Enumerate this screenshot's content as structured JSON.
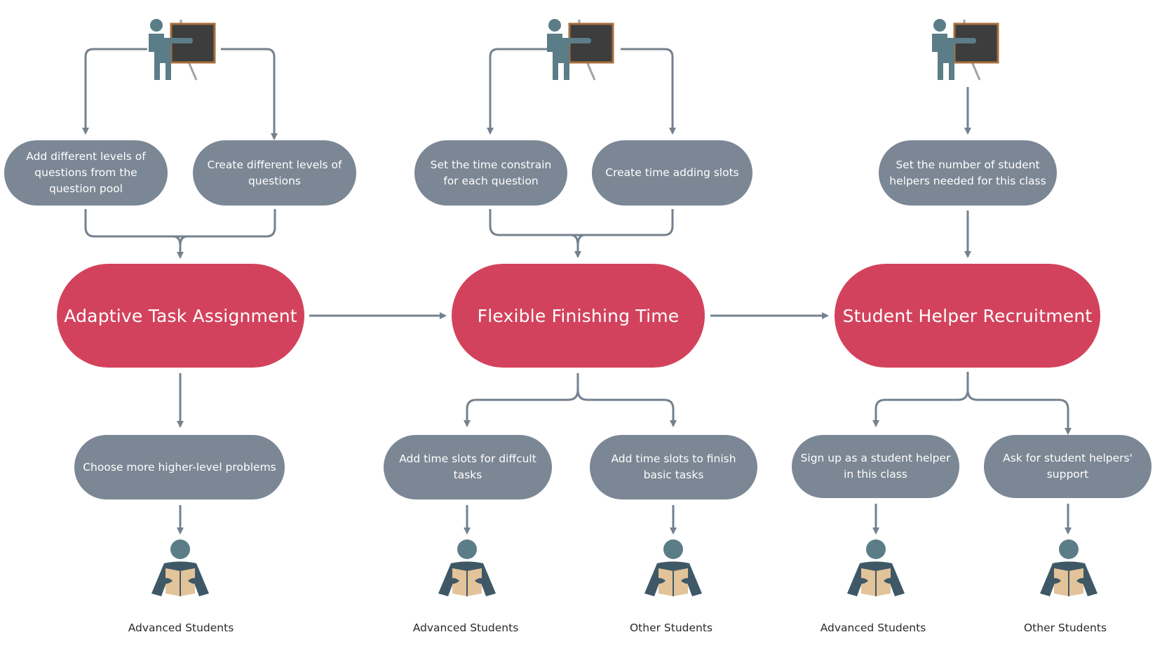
{
  "main_nodes": {
    "adaptive": "Adaptive Task Assignment",
    "flexible": "Flexible Finishing Time",
    "helper": "Student Helper Recruitment"
  },
  "teacher_steps": {
    "add_levels": "Add different levels of questions from the question pool",
    "create_levels": "Create different levels of questions",
    "set_time": "Set the time constrain for each question",
    "create_slots": "Create time adding slots",
    "set_helpers": "Set the number of student helpers needed for this class"
  },
  "student_steps": {
    "higher_level": "Choose more higher-level problems",
    "slots_difficult": "Add time slots for diffcult tasks",
    "slots_basic": "Add time slots to finish basic tasks",
    "sign_up": "Sign up as a student helper in this class",
    "ask_support": "Ask for student helpers' support"
  },
  "student_labels": {
    "s1": "Advanced Students",
    "s2": "Advanced Students",
    "s3": "Other Students",
    "s4": "Advanced Students",
    "s5": "Other Students"
  },
  "colors": {
    "main": "#d3425c",
    "step": "#7b8794",
    "connector": "#74818e",
    "figure": "#5b7d87",
    "figure_dark": "#3f5866",
    "book": "#e2c39a",
    "board": "#3d3d3d",
    "board_frame": "#a86f3c"
  },
  "icons": {
    "teacher": "teacher-at-blackboard-icon",
    "student": "student-reading-icon"
  }
}
